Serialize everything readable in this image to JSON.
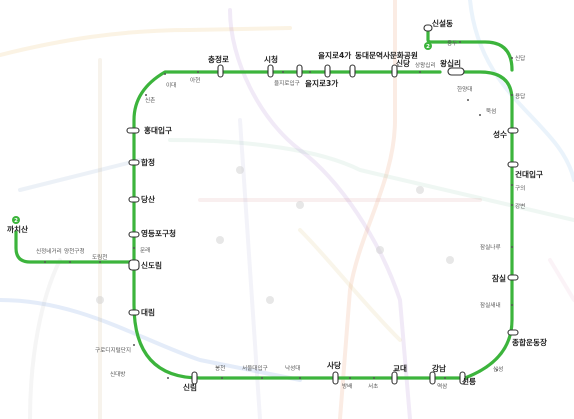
{
  "line": {
    "number": "2",
    "color": "#3cb43c"
  },
  "terminals": [
    {
      "id": "seongsu-branch",
      "label": "신설동"
    },
    {
      "id": "sinjeong-branch",
      "label": "까치산"
    }
  ],
  "stations": {
    "chungjeongno": "충정로",
    "ahyeon": "아현",
    "ewha": "이대",
    "sinchon": "신촌",
    "hongik": "홍대입구",
    "hapjeong": "합정",
    "dangsan": "당산",
    "yeongdeungpo_gu": "영등포구청",
    "mullae": "문래",
    "sindorim": "신도림",
    "daerim": "대림",
    "guro_digital": "구로디지털단지",
    "sindaebang": "신대방",
    "sillim": "신림",
    "bongcheon": "봉천",
    "snu": "서울대입구",
    "nakseongdae": "낙성대",
    "sadang": "사당",
    "bangbae": "방배",
    "seocho": "서초",
    "gyodae": "교대",
    "gangnam": "강남",
    "yeoksam": "역삼",
    "seolleung": "선릉",
    "samseong": "삼성",
    "sports_complex": "종합운동장",
    "jamsil_saenae": "잠실새내",
    "jamsil": "잠실",
    "jamsil_naru": "잠실나루",
    "gangbyeon": "강변",
    "guui": "구의",
    "konkuk": "건대입구",
    "seongsu": "성수",
    "ttukseom": "뚝섬",
    "hanyang": "한양대",
    "wangsimni": "왕십리",
    "sangwangsimni": "상왕십리",
    "sindang": "신당",
    "ddp": "동대문역사문화공원",
    "euljiro4": "을지로4가",
    "euljiro3": "을지로3가",
    "euljiro1": "을지로입구",
    "cityhall": "시청",
    "yongdu": "용두",
    "sinseoldong": "신설동",
    "sindap": "신답",
    "yongdap": "용답",
    "dorimcheon": "도림천",
    "yangcheon_gu": "양천구청",
    "sinjeongne": "신정네거리",
    "kkachisan": "까치산"
  }
}
